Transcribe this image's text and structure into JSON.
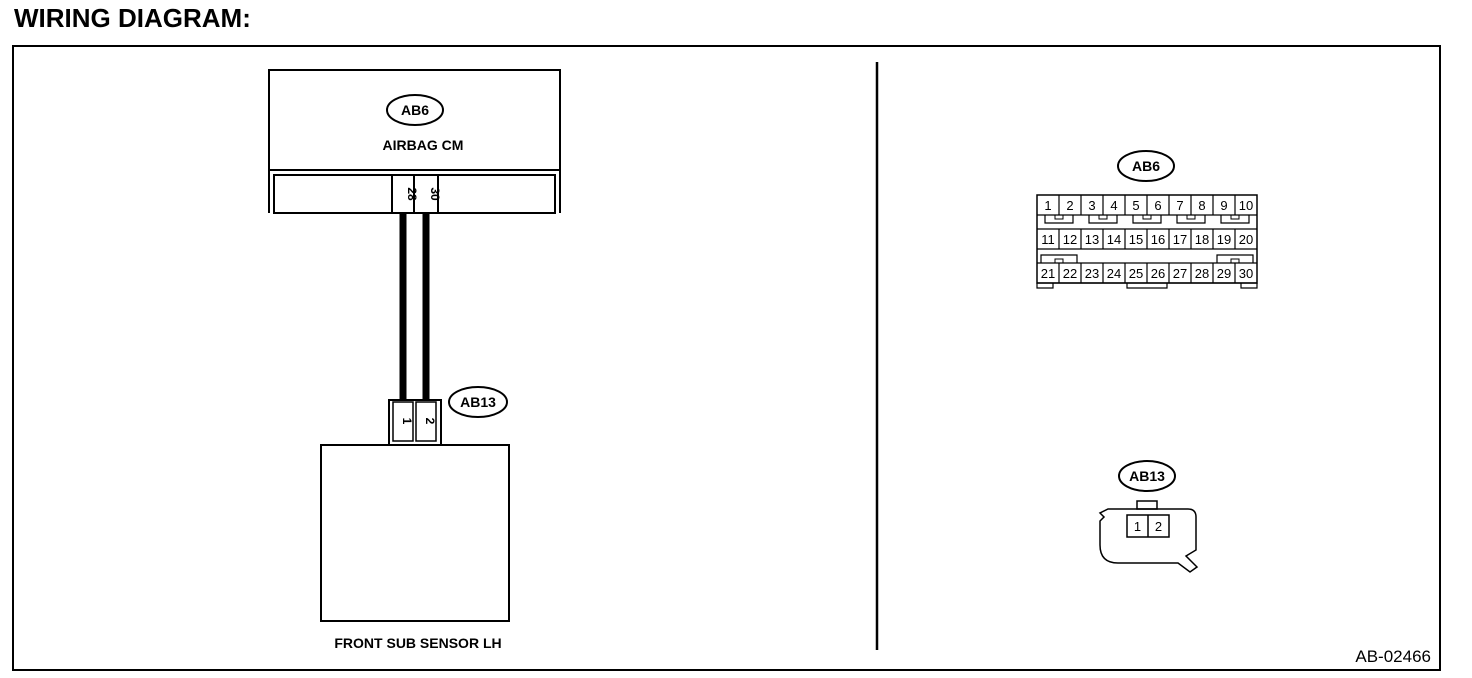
{
  "title": "WIRING DIAGRAM:",
  "diagram_code": "AB-02466",
  "airbag_cm": {
    "connector": "AB6",
    "label": "AIRBAG CM",
    "terminals": [
      "28",
      "30"
    ]
  },
  "front_sub_sensor": {
    "connector": "AB13",
    "label": "FRONT SUB SENSOR LH",
    "terminals": [
      "1",
      "2"
    ]
  },
  "ab6_connector_face": {
    "connector": "AB6",
    "rows": [
      [
        "1",
        "2",
        "3",
        "4",
        "5",
        "6",
        "7",
        "8",
        "9",
        "10"
      ],
      [
        "11",
        "12",
        "13",
        "14",
        "15",
        "16",
        "17",
        "18",
        "19",
        "20"
      ],
      [
        "21",
        "22",
        "23",
        "24",
        "25",
        "26",
        "27",
        "28",
        "29",
        "30"
      ]
    ]
  },
  "ab13_connector_face": {
    "connector": "AB13",
    "pins": [
      "1",
      "2"
    ]
  }
}
